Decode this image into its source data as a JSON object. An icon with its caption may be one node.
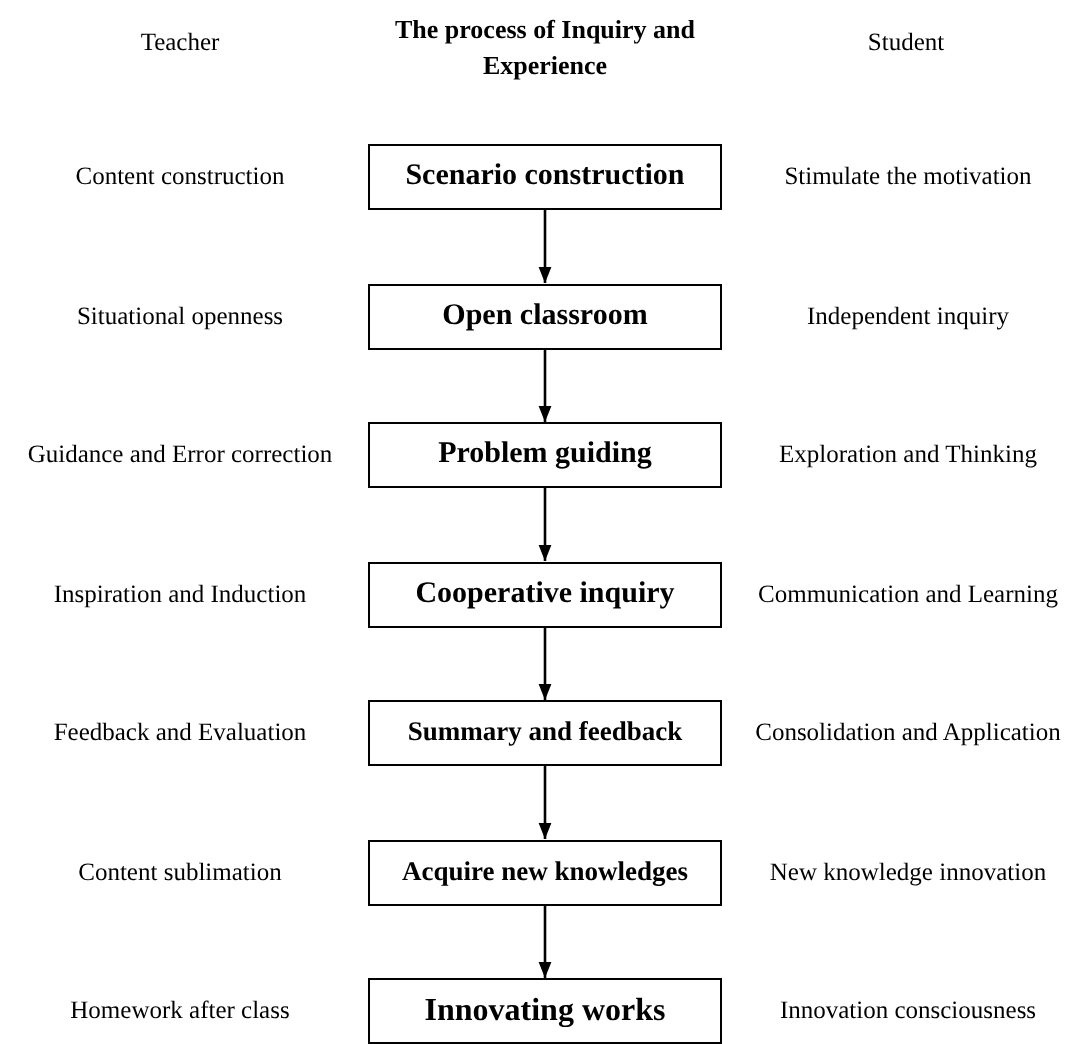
{
  "diagram": {
    "title": "The process of Inquiry and Experience",
    "nodes": [
      {
        "text": [
          "Scenario construction"
        ],
        "beside": [
          "Content construction",
          "Stimulate the motivation"
        ]
      },
      {
        "text": [
          "Open classroom"
        ],
        "beside": [
          "Situational openness",
          "Independent inquiry"
        ]
      },
      {
        "text": [
          "Problem guiding"
        ],
        "beside": [
          "Guidance and Error correction",
          "Exploration and Thinking"
        ]
      },
      {
        "text": [
          "Cooperative inquiry"
        ],
        "beside": [
          "Inspiration and Induction",
          "Communication and Learning"
        ]
      },
      {
        "text": [
          "Summary and feedback"
        ],
        "beside": [
          "Feedback and Evaluation",
          "Consolidation and Application"
        ]
      },
      {
        "text": [
          "Acquire new knowledges"
        ],
        "beside": [
          "Content sublimation",
          "New knowledge innovation"
        ]
      },
      {
        "text": [
          "Innovating works"
        ],
        "beside": [
          "Homework after class",
          "Innovation consciousness"
        ]
      }
    ],
    "edges": [
      {
        "from": 0,
        "to": 1,
        "arrow": "to"
      },
      {
        "from": 1,
        "to": 2,
        "arrow": "to"
      },
      {
        "from": 2,
        "to": 3,
        "arrow": "to"
      },
      {
        "from": 3,
        "to": 4,
        "arrow": "to"
      },
      {
        "from": 4,
        "to": 5,
        "arrow": "to"
      },
      {
        "from": 5,
        "to": 6,
        "arrow": "to"
      }
    ],
    "labels": [
      "Teacher",
      "Student"
    ]
  }
}
